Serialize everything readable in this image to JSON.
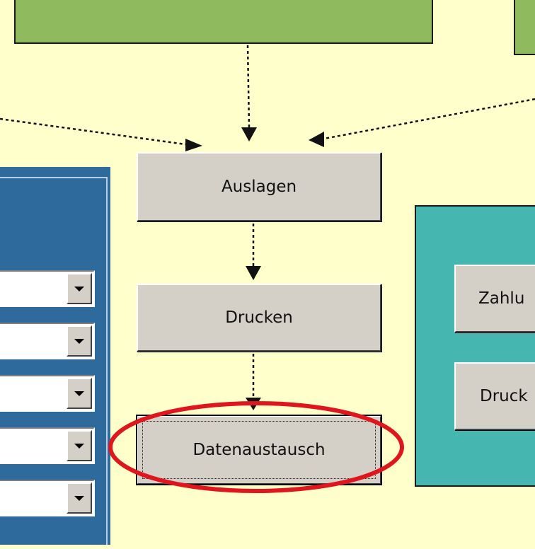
{
  "flow": {
    "buttons": {
      "auslagen": "Auslagen",
      "drucken": "Drucken",
      "datenaustausch": "Datenaustausch"
    }
  },
  "teal_panel": {
    "buttons": {
      "zahlung": "Zahlu",
      "druck": "Druck"
    }
  },
  "left_panel": {
    "dropdowns": [
      "",
      "",
      "",
      "",
      ""
    ]
  },
  "colors": {
    "background": "#ffffcc",
    "green_box": "#8fba5d",
    "blue_panel": "#2f6a9c",
    "teal_panel": "#45b7b0",
    "button_face": "#d4d0c8",
    "highlight_circle": "#e0161f"
  }
}
